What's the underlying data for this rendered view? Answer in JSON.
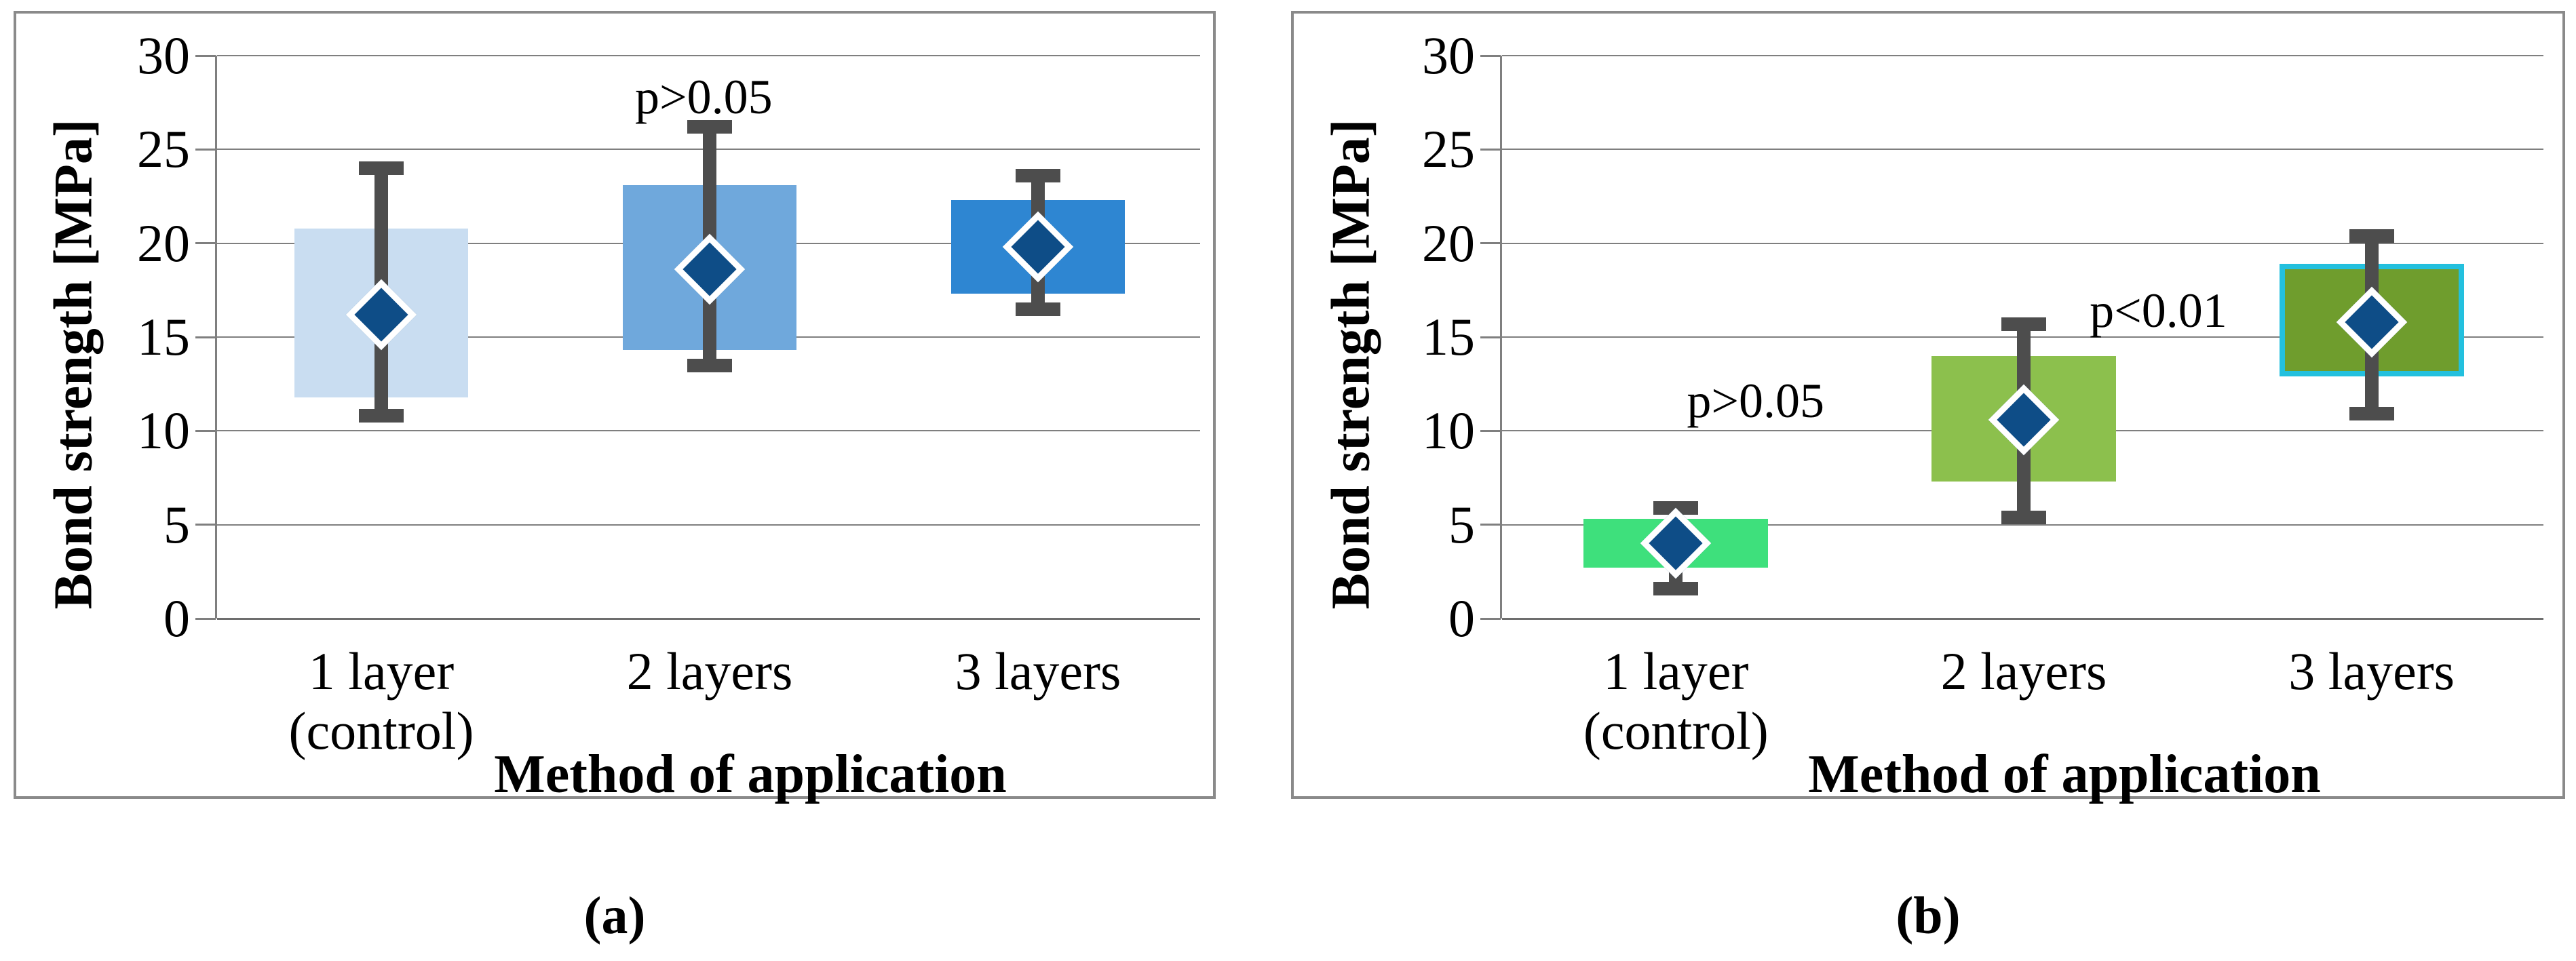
{
  "figure": {
    "y_axis_title": "Bond strength [MPa]",
    "x_axis_title": "Method of application",
    "captions": {
      "a": "(a)",
      "b": "(b)"
    },
    "colors": {
      "whisker": "#4d4d4d",
      "mean_marker": "#0e4d87",
      "mean_marker_ring": "#ffffff",
      "gridline": "#7f7f7f",
      "panel_border": "#8a8a8a"
    }
  },
  "chart_data": [
    {
      "type": "box",
      "panel": "a",
      "ylabel": "Bond strength [MPa]",
      "xlabel": "Method of application",
      "ylim": [
        0,
        30
      ],
      "yticks": [
        0,
        5,
        10,
        15,
        20,
        25,
        30
      ],
      "grid": true,
      "categories": [
        {
          "lines": [
            "1 layer",
            "(control)"
          ]
        },
        {
          "lines": [
            "2 layers"
          ]
        },
        {
          "lines": [
            "3 layers"
          ]
        }
      ],
      "series": [
        {
          "name": "1 layer (control)",
          "box_low": 11.8,
          "box_high": 20.8,
          "mean": 16.2,
          "whisker_low": 10.8,
          "whisker_high": 24.0,
          "fill": "#c9ddf1"
        },
        {
          "name": "2 layers",
          "box_low": 14.3,
          "box_high": 23.1,
          "mean": 18.6,
          "whisker_low": 13.5,
          "whisker_high": 26.2,
          "fill": "#6fa8dc"
        },
        {
          "name": "3 layers",
          "box_low": 17.3,
          "box_high": 22.3,
          "mean": 19.8,
          "whisker_low": 16.5,
          "whisker_high": 23.6,
          "fill": "#2e86d2"
        }
      ],
      "annotations": [
        {
          "text": "p>0.05",
          "x_frac": 0.494,
          "y_value": 27.8
        }
      ]
    },
    {
      "type": "box",
      "panel": "b",
      "ylabel": "Bond strength [MPa]",
      "xlabel": "Method of application",
      "ylim": [
        0,
        30
      ],
      "yticks": [
        0,
        5,
        10,
        15,
        20,
        25,
        30
      ],
      "grid": true,
      "categories": [
        {
          "lines": [
            "1 layer",
            "(control)"
          ]
        },
        {
          "lines": [
            "2 layers"
          ]
        },
        {
          "lines": [
            "3 layers"
          ]
        }
      ],
      "series": [
        {
          "name": "1 layer (control)",
          "box_low": 2.7,
          "box_high": 5.3,
          "mean": 4.0,
          "whisker_low": 1.6,
          "whisker_high": 5.9,
          "fill": "#3ee07c"
        },
        {
          "name": "2 layers",
          "box_low": 7.3,
          "box_high": 14.0,
          "mean": 10.6,
          "whisker_low": 5.4,
          "whisker_high": 15.7,
          "fill": "#8cc04d"
        },
        {
          "name": "3 layers",
          "box_low": 12.9,
          "box_high": 18.9,
          "mean": 15.8,
          "whisker_low": 10.9,
          "whisker_high": 20.4,
          "fill": "#6f9d2d",
          "border": "#23c0de"
        }
      ],
      "annotations": [
        {
          "text": "p>0.05",
          "x_frac": 0.243,
          "y_value": 11.6
        },
        {
          "text": "p<0.01",
          "x_frac": 0.629,
          "y_value": 16.4
        }
      ]
    }
  ]
}
